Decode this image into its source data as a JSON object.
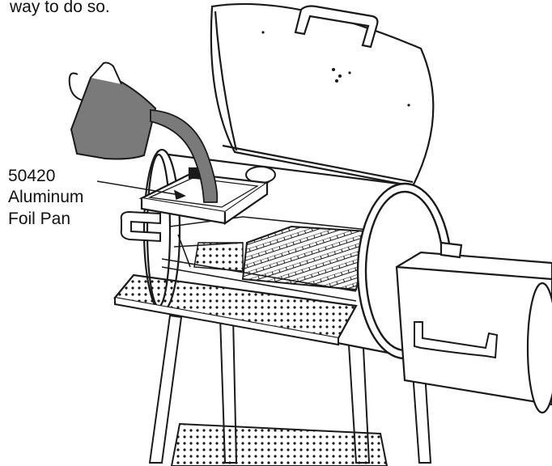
{
  "caption_top": "way to do so.",
  "callout": {
    "part_number": "50420",
    "line1": "Aluminum",
    "line2": "Foil Pan"
  },
  "colors": {
    "line": "#1a1a1a",
    "liquid": "#7a7a7a",
    "paper": "#ffffff"
  }
}
